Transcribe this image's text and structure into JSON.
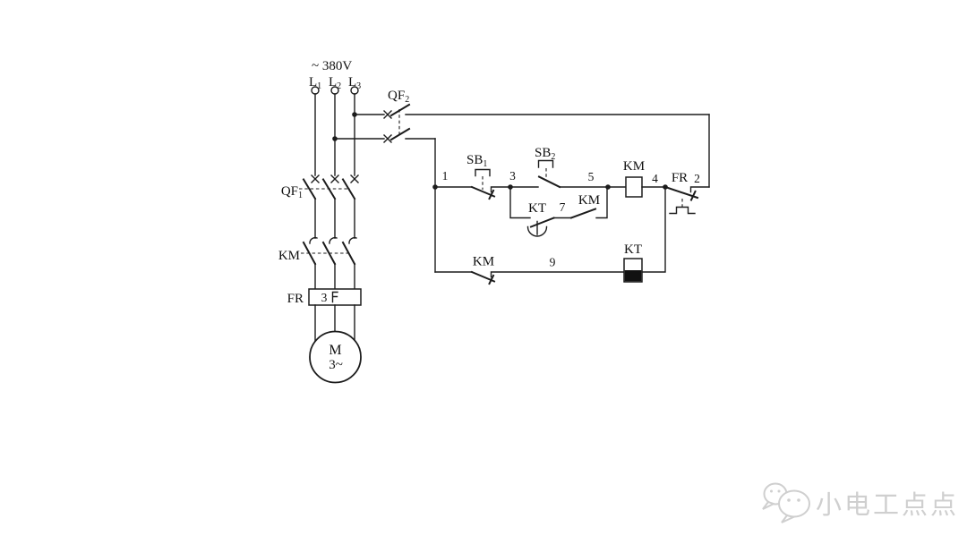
{
  "power": {
    "voltage_label": "~ 380V",
    "phases": [
      {
        "base": "L",
        "sub": "1"
      },
      {
        "base": "L",
        "sub": "2"
      },
      {
        "base": "L",
        "sub": "3"
      }
    ],
    "qf1_label": {
      "base": "QF",
      "sub": "1"
    },
    "km_main_label": "KM",
    "fr_label": "FR",
    "fr_element_count": "3",
    "motor": {
      "letter": "M",
      "phase": "3~"
    }
  },
  "control": {
    "qf2_label": {
      "base": "QF",
      "sub": "2"
    },
    "sb1_label": {
      "base": "SB",
      "sub": "1"
    },
    "sb2_label": {
      "base": "SB",
      "sub": "2"
    },
    "km_coil_label": "KM",
    "fr_contact_label": "FR",
    "kt_contact_label": "KT",
    "km_aux_label": "KM",
    "km_nc_label": "KM",
    "kt_coil_label": "KT",
    "node_numbers": {
      "n1": "1",
      "n2": "2",
      "n3": "3",
      "n4": "4",
      "n5": "5",
      "n7": "7",
      "n9": "9"
    }
  },
  "watermark": {
    "text": "小电工点点"
  },
  "colors": {
    "line": "#1c1c1c",
    "background": "#ffffff",
    "watermark": "#cfcfcf",
    "kt_coil_fill": "#111111"
  }
}
